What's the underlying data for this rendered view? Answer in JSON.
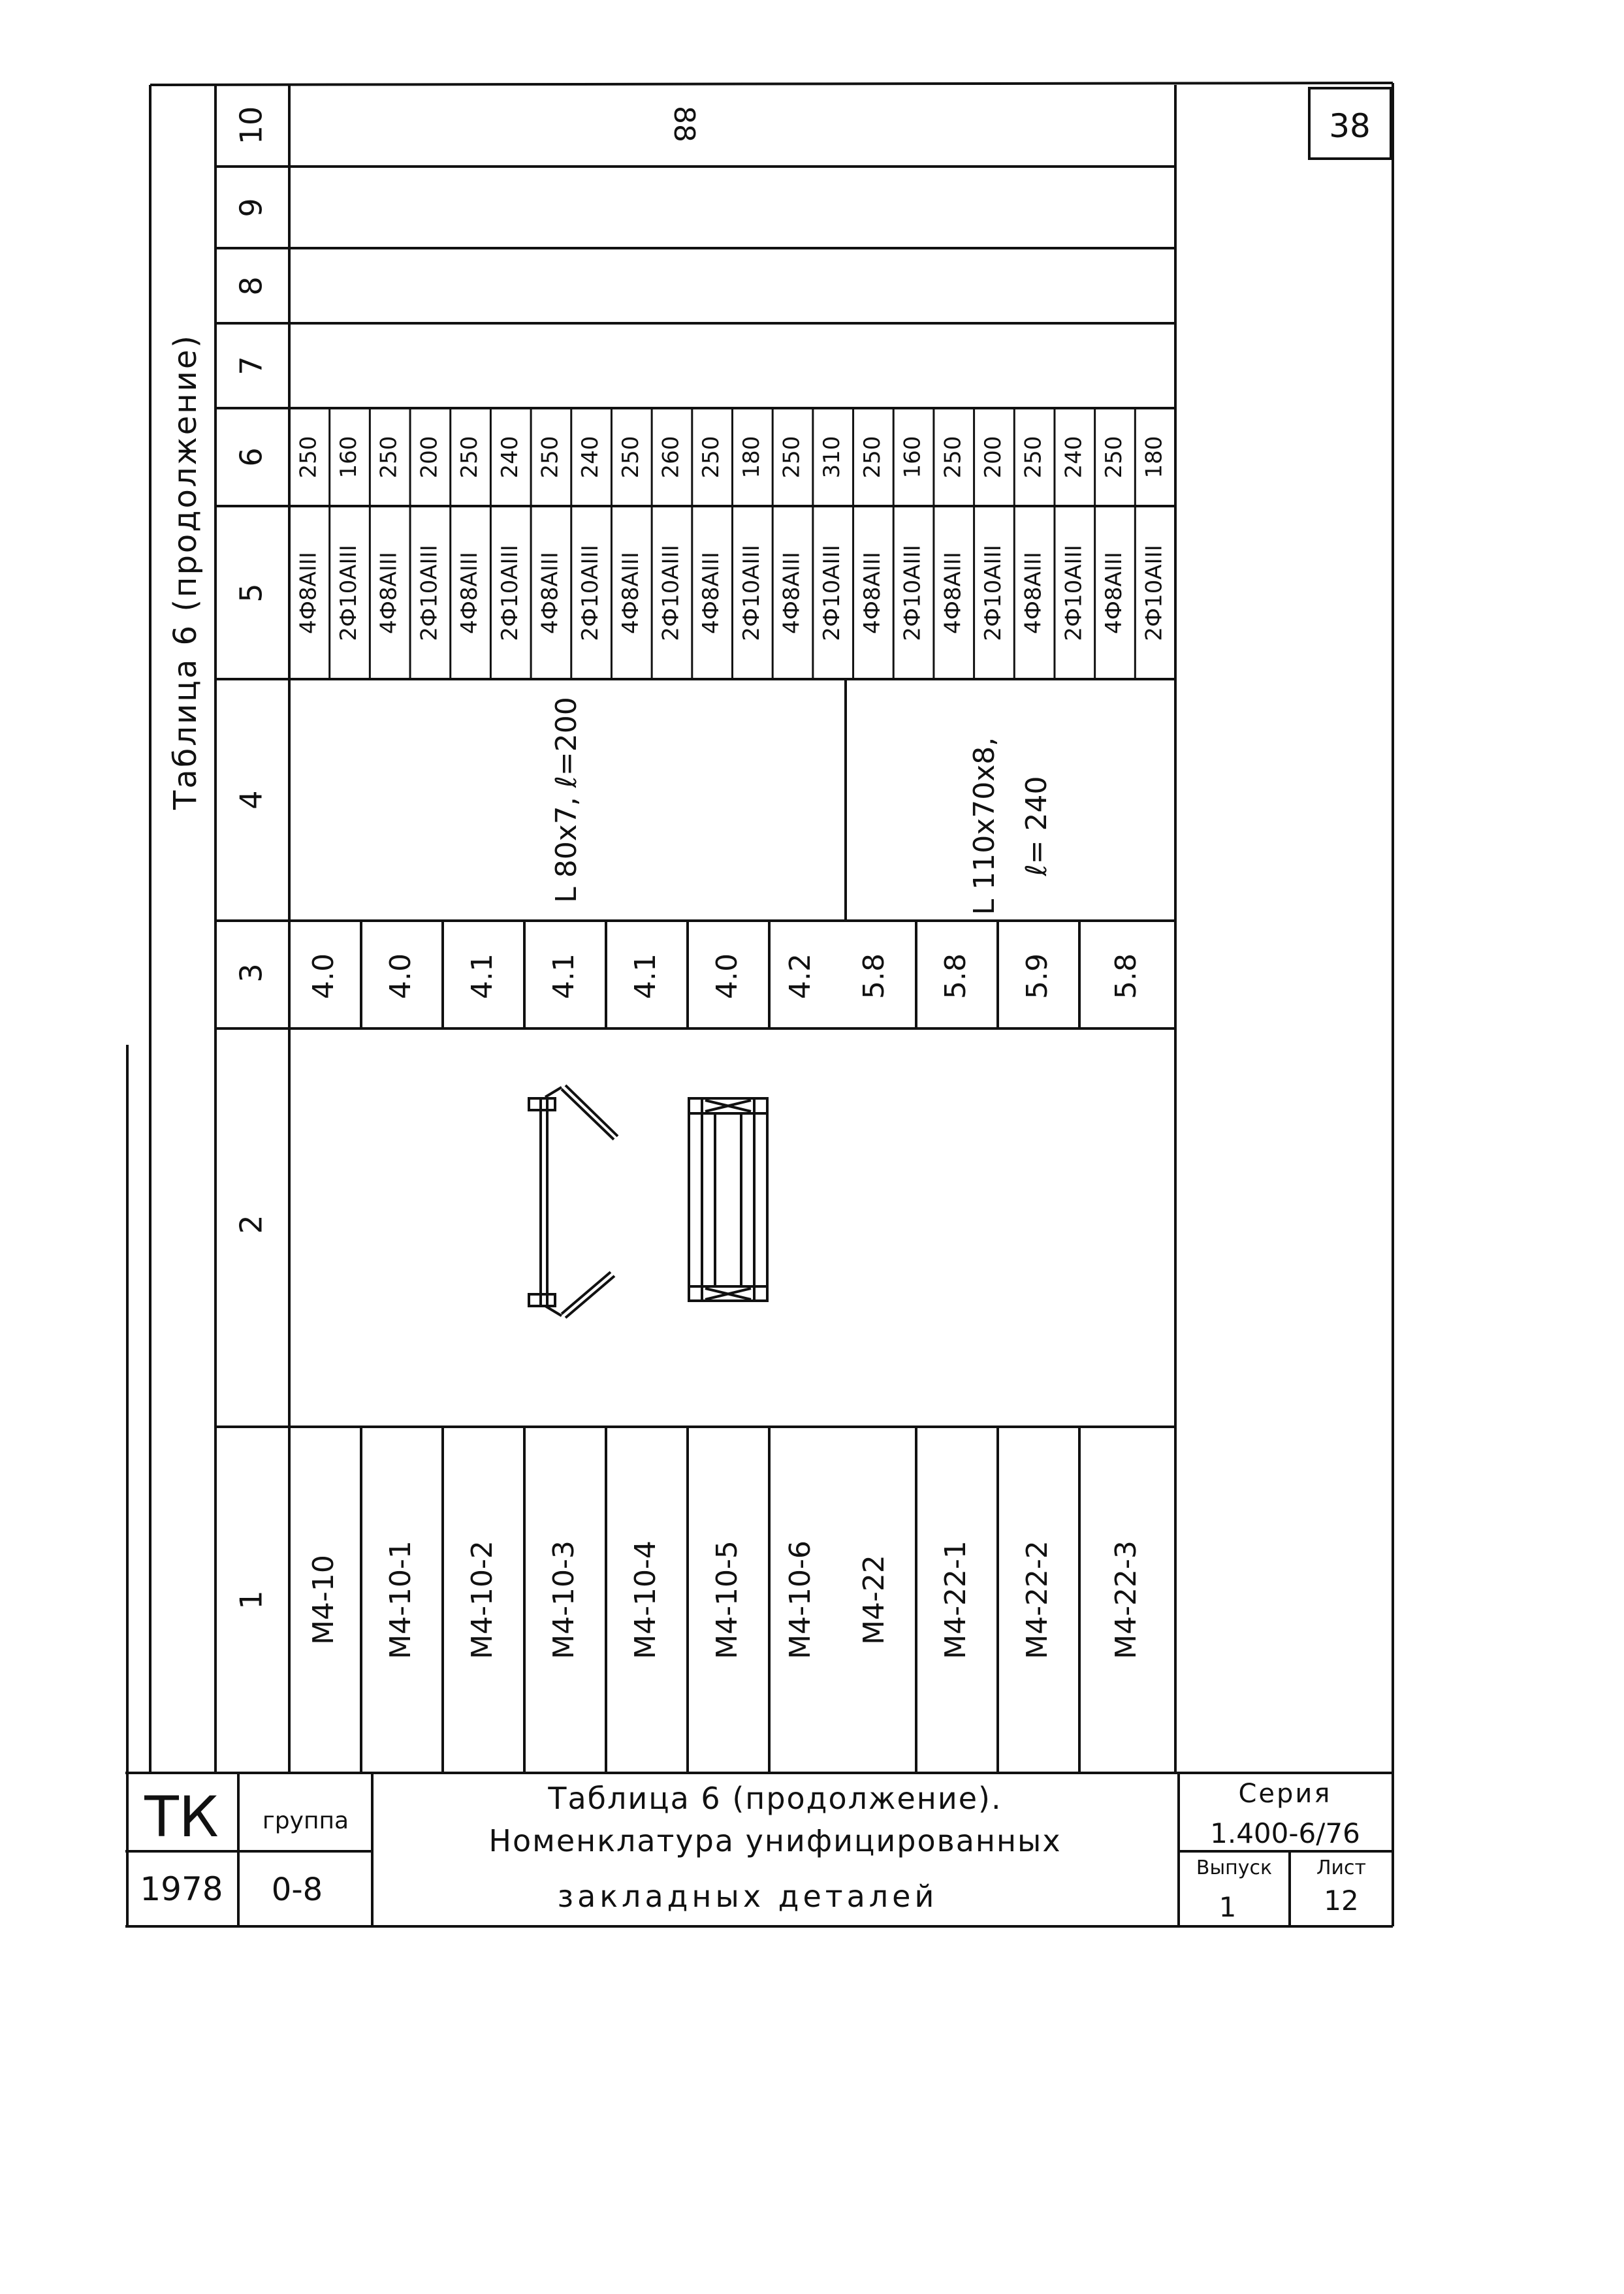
{
  "sheet": {
    "page_number": "38",
    "table_caption": "Таблица 6 (продолжение)",
    "title_line_1": "Таблица 6 (продолжение).",
    "title_line_2": "Номенклатура унифицированных",
    "title_line_3": "закладных деталей",
    "org_mark": "ТК",
    "year": "1978",
    "group_label": "группа",
    "group_value": "0-8",
    "series_label": "Серия",
    "series_value": "1.400-6/76",
    "issue_label": "Выпуск",
    "issue_value": "1",
    "sheet_label": "Лист",
    "sheet_value": "12"
  },
  "table": {
    "column_headers": [
      "1",
      "2",
      "3",
      "4",
      "5",
      "6",
      "7",
      "8",
      "9",
      "10"
    ],
    "col10_value": "88",
    "rows": [
      {
        "mark": "М4-10",
        "weight": "4.0"
      },
      {
        "mark": "М4-10-1",
        "weight": "4.0"
      },
      {
        "mark": "М4-10-2",
        "weight": "4.1"
      },
      {
        "mark": "М4-10-3",
        "weight": "4.1"
      },
      {
        "mark": "М4-10-4",
        "weight": "4.1"
      },
      {
        "mark": "М4-10-5",
        "weight": "4.0"
      },
      {
        "mark": "М4-10-6",
        "weight": "4.2"
      },
      {
        "mark": "М4-22",
        "weight": "5.8"
      },
      {
        "mark": "М4-22-1",
        "weight": "5.8"
      },
      {
        "mark": "М4-22-2",
        "weight": "5.9"
      },
      {
        "mark": "М4-22-3",
        "weight": "5.8"
      }
    ],
    "profile_group_1": "L 80x7, ℓ=200",
    "profile_group_2_line_1": "L 110x70x8,",
    "profile_group_2_line_2": "ℓ= 240",
    "rebar": [
      {
        "bar": "4Ф8АIII",
        "length": "250"
      },
      {
        "bar": "2Ф10АIII",
        "length": "160"
      },
      {
        "bar": "4Ф8АIII",
        "length": "250"
      },
      {
        "bar": "2Ф10АIII",
        "length": "200"
      },
      {
        "bar": "4Ф8АIII",
        "length": "250"
      },
      {
        "bar": "2Ф10АIII",
        "length": "240"
      },
      {
        "bar": "4Ф8АIII",
        "length": "250"
      },
      {
        "bar": "2Ф10АIII",
        "length": "240"
      },
      {
        "bar": "4Ф8АIII",
        "length": "250"
      },
      {
        "bar": "2Ф10АIII",
        "length": "260"
      },
      {
        "bar": "4Ф8АIII",
        "length": "250"
      },
      {
        "bar": "2Ф10АIII",
        "length": "180"
      },
      {
        "bar": "4Ф8АIII",
        "length": "250"
      },
      {
        "bar": "2Ф10АIII",
        "length": "310"
      },
      {
        "bar": "4Ф8АIII",
        "length": "250"
      },
      {
        "bar": "2Ф10АIII",
        "length": "160"
      },
      {
        "bar": "4Ф8АIII",
        "length": "250"
      },
      {
        "bar": "2Ф10АIII",
        "length": "200"
      },
      {
        "bar": "4Ф8АIII",
        "length": "250"
      },
      {
        "bar": "2Ф10АIII",
        "length": "240"
      },
      {
        "bar": "4Ф8АIII",
        "length": "250"
      },
      {
        "bar": "2Ф10АIII",
        "length": "180"
      }
    ]
  }
}
